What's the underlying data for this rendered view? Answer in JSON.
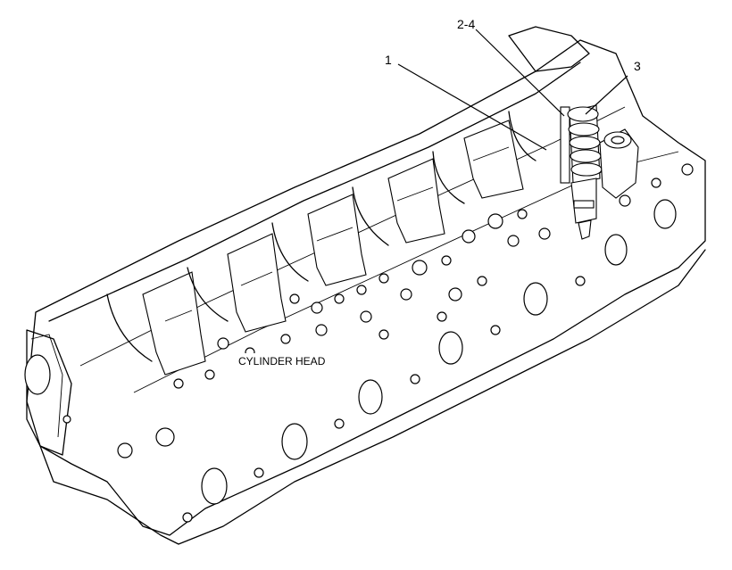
{
  "callouts": {
    "part_1": "1",
    "part_2_4": "2-4",
    "part_3": "3"
  },
  "labels": {
    "cylinder_head": "CYLINDER HEAD"
  }
}
